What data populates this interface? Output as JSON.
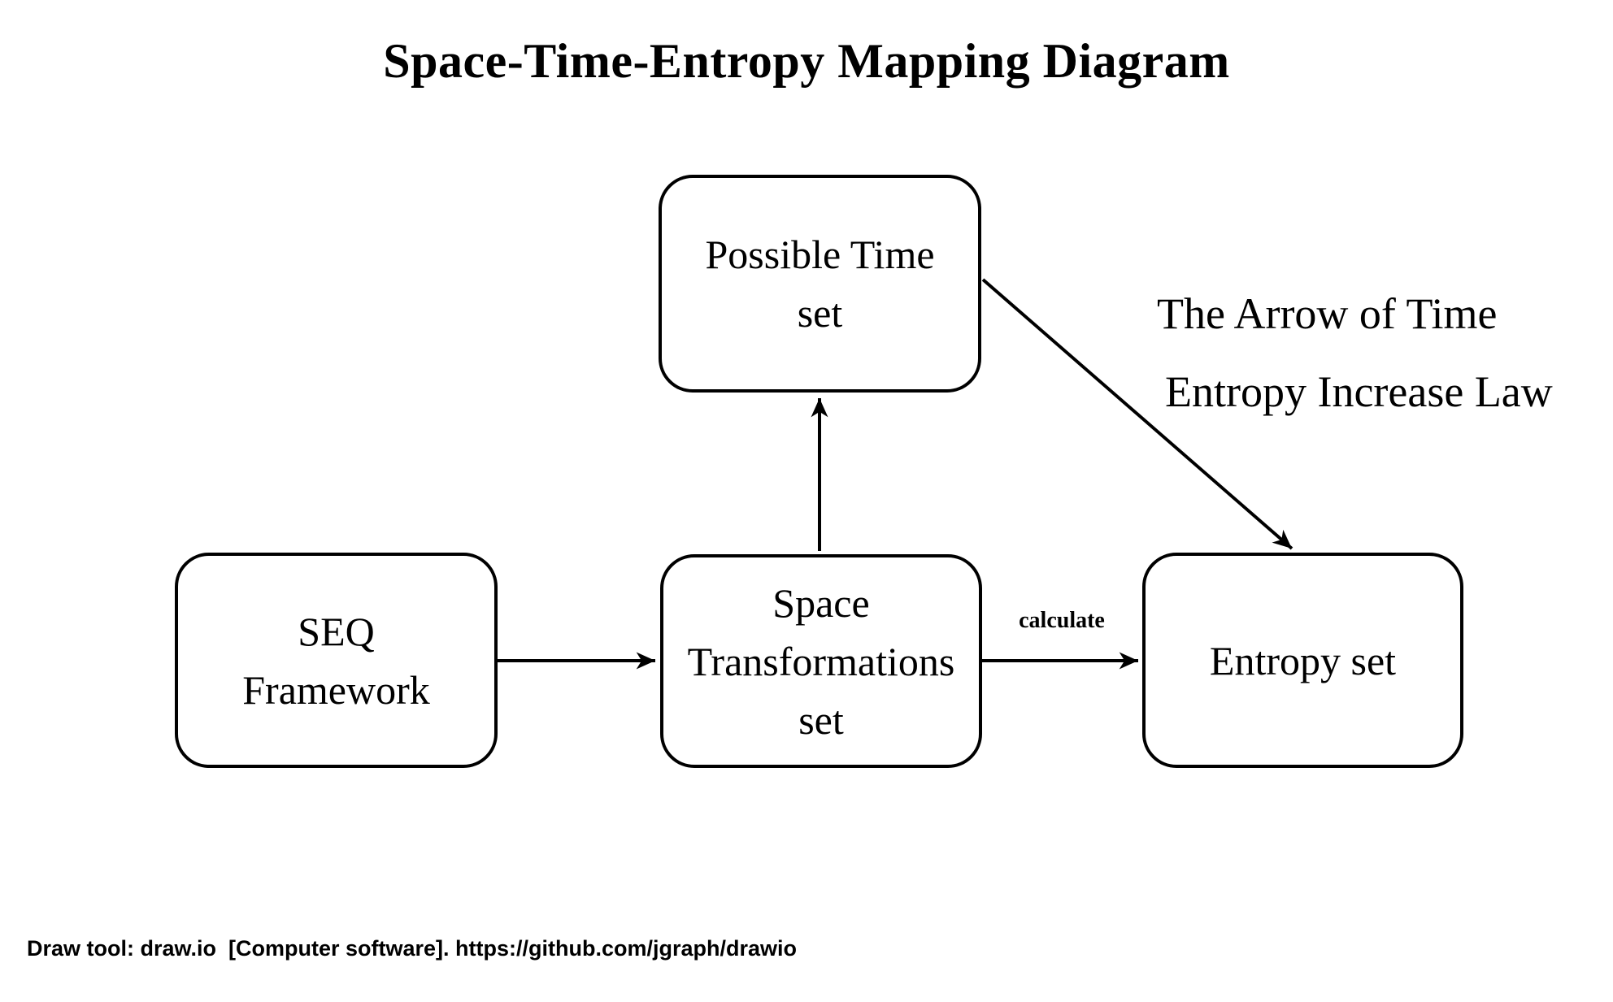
{
  "diagram": {
    "title": "Space-Time-Entropy Mapping Diagram",
    "nodes": [
      {
        "id": "possible-time",
        "lines": [
          "Possible Time",
          "set"
        ]
      },
      {
        "id": "seq-framework",
        "lines": [
          "SEQ",
          "Framework"
        ]
      },
      {
        "id": "space-transformations",
        "lines": [
          "Space",
          "Transformations",
          "set"
        ]
      },
      {
        "id": "entropy-set",
        "lines": [
          "Entropy set"
        ]
      }
    ],
    "edges": [
      {
        "id": "seq-to-space",
        "label": ""
      },
      {
        "id": "space-to-possible-time",
        "label": ""
      },
      {
        "id": "space-to-entropy",
        "label": "calculate"
      },
      {
        "id": "possible-time-to-entropy",
        "label_line1": "The Arrow of Time",
        "label_line2": "Entropy Increase Law"
      }
    ],
    "footer": "Draw tool: draw.io  [Computer software]. https://github.com/jgraph/drawio",
    "colors": {
      "stroke": "#000000",
      "text": "#000000",
      "background": "#ffffff"
    }
  }
}
